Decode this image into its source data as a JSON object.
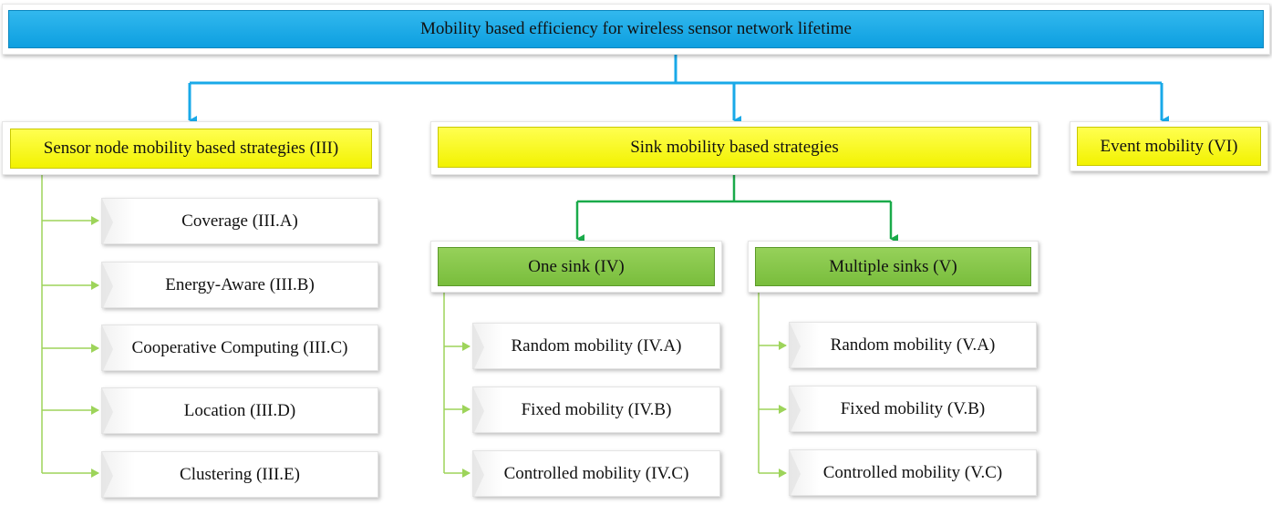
{
  "root": {
    "label": "Mobility based efficiency for wireless sensor network lifetime"
  },
  "categories": {
    "sensor": {
      "label": "Sensor node mobility based strategies (III)"
    },
    "sink": {
      "label": "Sink mobility based strategies"
    },
    "event": {
      "label": "Event mobility (VI)"
    }
  },
  "sensor_items": [
    {
      "label": "Coverage (III.A)"
    },
    {
      "label": "Energy-Aware (III.B)"
    },
    {
      "label": "Cooperative Computing (III.C)"
    },
    {
      "label": "Location (III.D)"
    },
    {
      "label": "Clustering (III.E)"
    }
  ],
  "sink_groups": {
    "one": {
      "label": "One sink (IV)",
      "items": [
        {
          "label": "Random mobility (IV.A)"
        },
        {
          "label": "Fixed mobility (IV.B)"
        },
        {
          "label": "Controlled mobility (IV.C)"
        }
      ]
    },
    "multiple": {
      "label": "Multiple sinks (V)",
      "items": [
        {
          "label": "Random mobility (V.A)"
        },
        {
          "label": "Fixed mobility (V.B)"
        },
        {
          "label": "Controlled mobility (V.C)"
        }
      ]
    }
  },
  "colors": {
    "root_fill": "#1aaae8",
    "category_fill": "#ffff2a",
    "group_fill": "#86c74b",
    "connector_blue": "#19a9e8",
    "connector_green": "#1aaa4a",
    "connector_lightgreen": "#9dd45a"
  }
}
